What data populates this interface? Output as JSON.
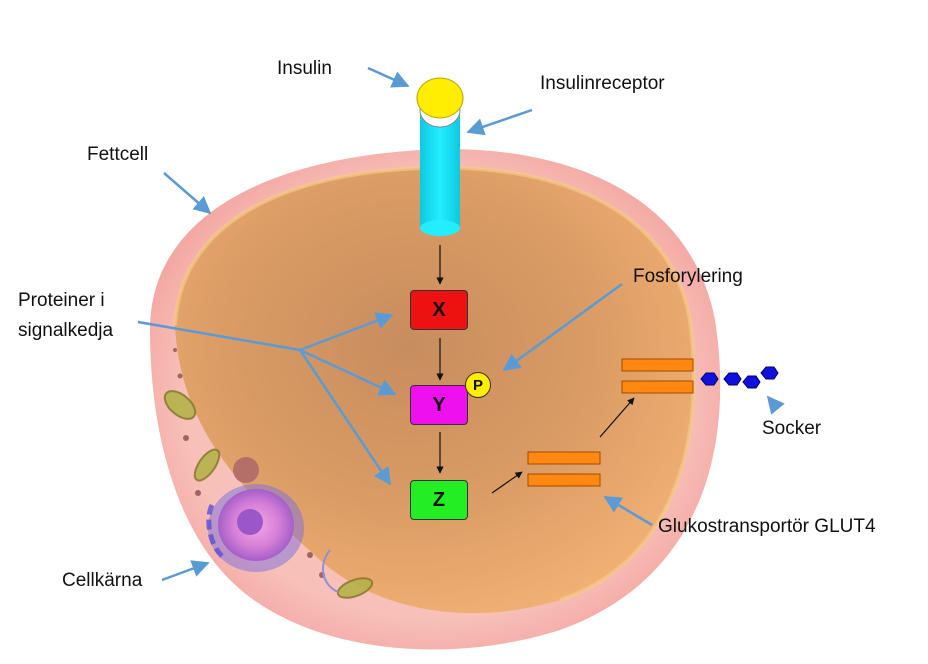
{
  "labels": {
    "insulin": "Insulin",
    "insulinreceptor": "Insulinreceptor",
    "fettcell": "Fettcell",
    "proteiner_line1": "Proteiner i",
    "proteiner_line2": "signalkedja",
    "fosforylering": "Fosforylering",
    "socker": "Socker",
    "glukostransportor": "Glukostransportör GLUT4",
    "cellkarna": "Cellkärna"
  },
  "proteins": [
    {
      "name": "X",
      "color": "#ee1111"
    },
    {
      "name": "Y",
      "color": "#ee11ee"
    },
    {
      "name": "Z",
      "color": "#22ee22"
    }
  ],
  "phosphate": {
    "label": "P",
    "color": "#ffee00"
  },
  "colors": {
    "cell_membrane": "#f7b5b0",
    "cytoplasm": "#d9955e",
    "receptor_stalk": "#22eeff",
    "insulin": "#ffee00",
    "glut4": "#ff8811",
    "sugar": "#1111dd",
    "arrow": "#5b9bd5"
  }
}
